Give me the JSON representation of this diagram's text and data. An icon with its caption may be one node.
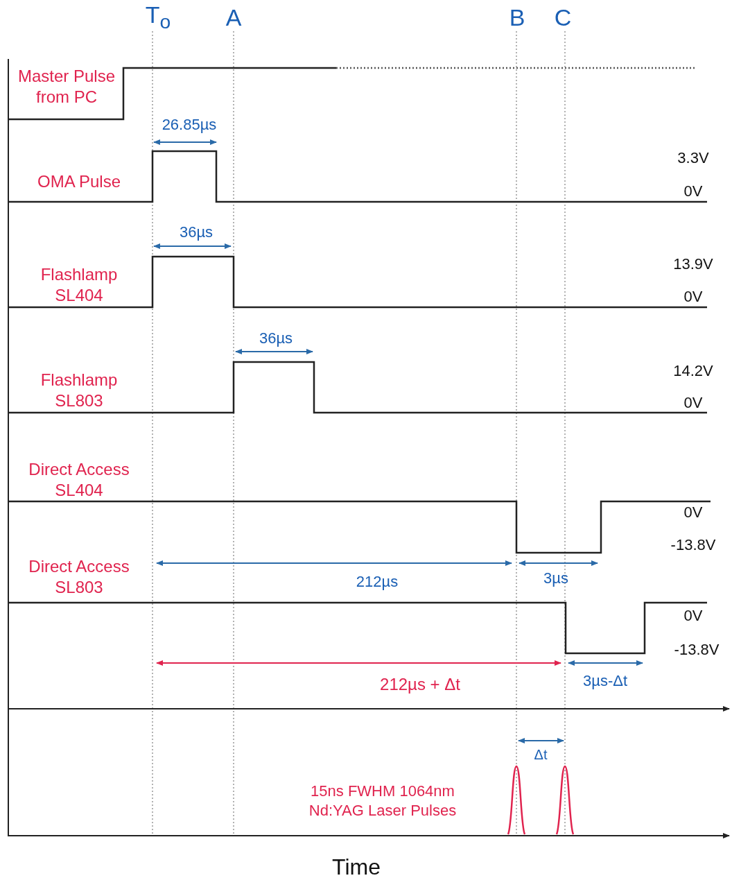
{
  "diagram": {
    "labels": [
      "T$_{o}$",
      "A",
      "B",
      "C",
      "Master Pulse from PC",
      "26.85µs",
      "OMA Pulse",
      "3.3V",
      "0V",
      "36µs",
      "Flashlamp SL404",
      "13.9V",
      "0V",
      "36µs",
      "Flashlamp SL803",
      "14.2V",
      "0V",
      "Direct Access SL404",
      "0V",
      "-13.8V",
      "Direct Access SL803",
      "212µs",
      "3µs",
      "0V",
      "-13.8V",
      "212µs + Δt",
      "3µs-Δt",
      "Δt",
      "15ns FWHM 1064nm Nd:YAG Laser Pulses",
      "Time"
    ]
  }
}
